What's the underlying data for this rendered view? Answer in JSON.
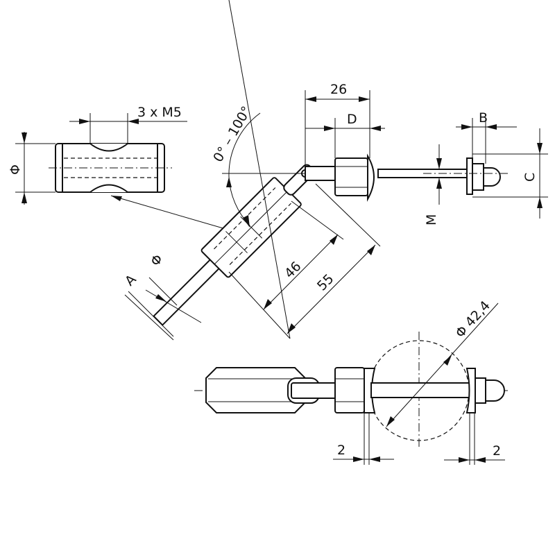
{
  "drawing": {
    "labels": {
      "thread": "3 x M5",
      "dia_left": "Φ",
      "angle": "0° – 100°",
      "dim_26": "26",
      "dim_D": "D",
      "dim_B": "B",
      "dim_C": "C",
      "dim_M": "M",
      "dia_angled": "Φ",
      "dim_A": "A",
      "dim_46": "46",
      "dim_55": "55",
      "dia_ball": "Φ 42,4",
      "gap_left": "2",
      "gap_right": "2"
    },
    "colors": {
      "line": "#111111",
      "background": "#ffffff"
    }
  }
}
